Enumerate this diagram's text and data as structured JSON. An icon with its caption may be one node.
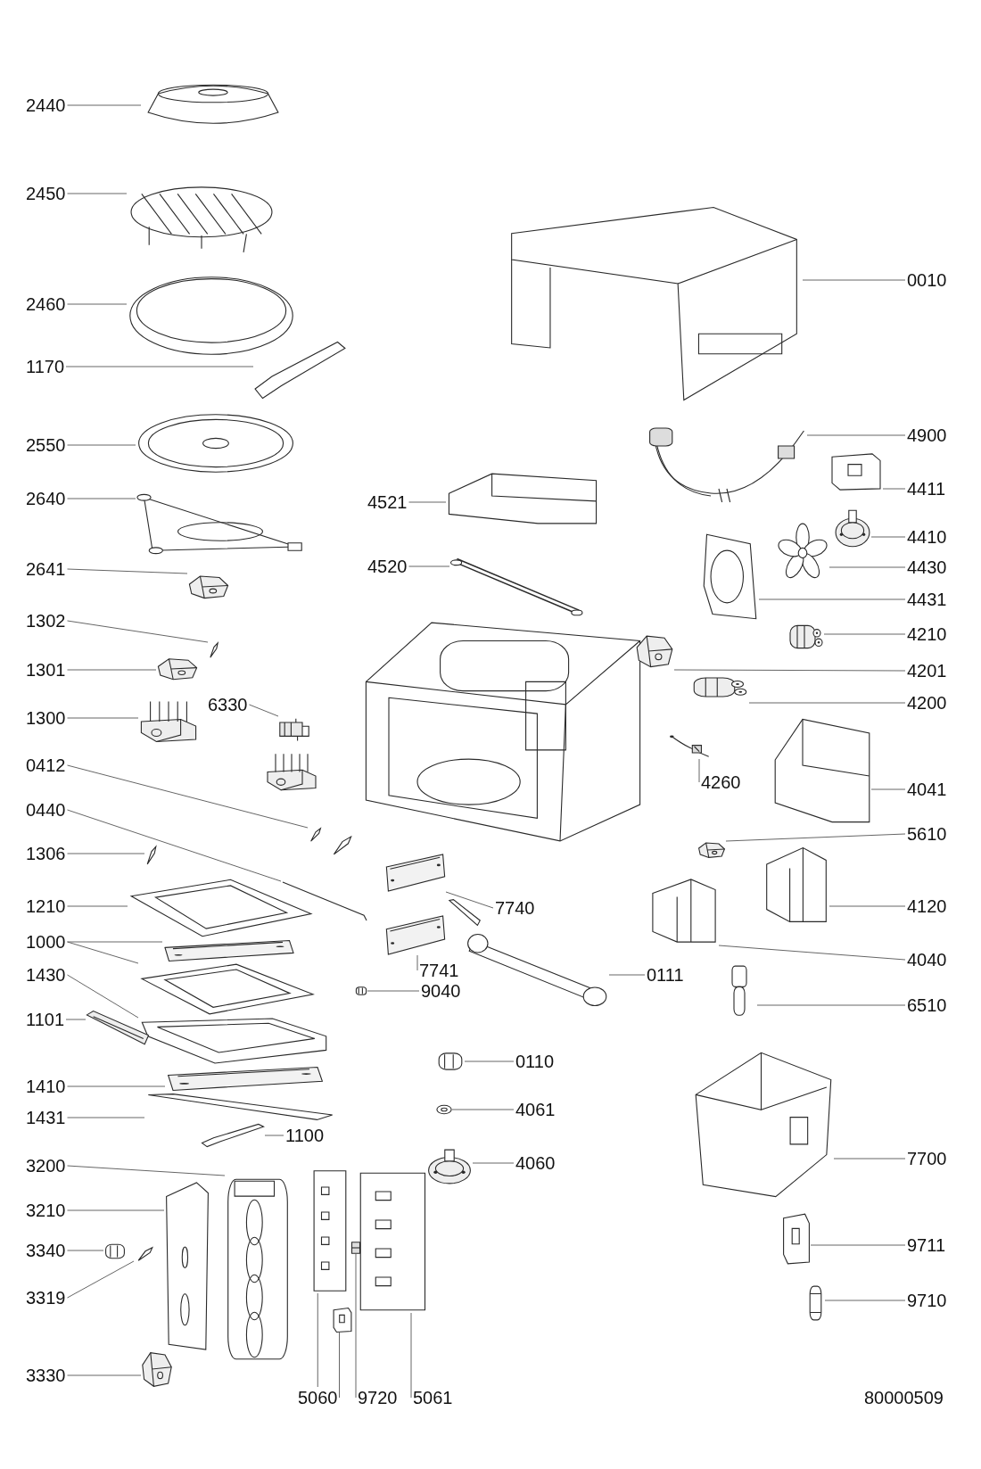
{
  "diagram": {
    "nodes": [
      {
        "text": [
          "2440"
        ]
      },
      {
        "text": [],
        "shape": "picture"
      },
      {
        "text": [
          "2450"
        ]
      },
      {
        "text": [],
        "shape": "picture"
      },
      {
        "text": [
          "2460"
        ]
      },
      {
        "text": [],
        "shape": "picture"
      },
      {
        "text": [
          "1170"
        ]
      },
      {
        "text": [],
        "shape": "picture"
      },
      {
        "text": [
          "2550"
        ]
      },
      {
        "text": [],
        "shape": "picture"
      },
      {
        "text": [
          "2640"
        ]
      },
      {
        "text": [],
        "shape": "picture"
      },
      {
        "text": [
          "2641"
        ]
      },
      {
        "text": [],
        "shape": "picture"
      },
      {
        "text": [
          "1302"
        ]
      },
      {
        "text": [],
        "shape": "picture"
      },
      {
        "text": [
          "1301"
        ]
      },
      {
        "text": [],
        "shape": "picture"
      },
      {
        "text": [
          "1300"
        ]
      },
      {
        "text": [],
        "shape": "picture"
      },
      {
        "text": [
          "6330"
        ]
      },
      {
        "text": [],
        "shape": "picture"
      },
      {
        "text": [
          "0412"
        ]
      },
      {
        "text": [],
        "shape": "picture"
      },
      {
        "text": [
          "0440"
        ]
      },
      {
        "text": [],
        "shape": "picture"
      },
      {
        "text": [
          "1306"
        ]
      },
      {
        "text": [],
        "shape": "picture"
      },
      {
        "text": [
          "1210"
        ]
      },
      {
        "text": [],
        "shape": "picture"
      },
      {
        "text": [
          "1000"
        ]
      },
      {
        "text": [],
        "shape": "picture"
      },
      {
        "text": [],
        "shape": "picture"
      },
      {
        "text": [
          "1430"
        ]
      },
      {
        "text": [],
        "shape": "picture"
      },
      {
        "text": [
          "1101"
        ]
      },
      {
        "text": [],
        "shape": "picture"
      },
      {
        "text": [
          "1410"
        ]
      },
      {
        "text": [],
        "shape": "picture"
      },
      {
        "text": [
          "1431"
        ]
      },
      {
        "text": [],
        "shape": "picture"
      },
      {
        "text": [
          "1100"
        ]
      },
      {
        "text": [],
        "shape": "picture"
      },
      {
        "text": [
          "3200"
        ]
      },
      {
        "text": [],
        "shape": "picture"
      },
      {
        "text": [
          "3210"
        ]
      },
      {
        "text": [],
        "shape": "picture"
      },
      {
        "text": [
          "3340"
        ]
      },
      {
        "text": [],
        "shape": "picture"
      },
      {
        "text": [
          "3319"
        ]
      },
      {
        "text": [],
        "shape": "picture"
      },
      {
        "text": [
          "3330"
        ]
      },
      {
        "text": [],
        "shape": "picture"
      },
      {
        "text": [
          "5060"
        ]
      },
      {
        "text": [],
        "shape": "picture"
      },
      {
        "text": [],
        "shape": "picture"
      },
      {
        "text": [
          "9720"
        ]
      },
      {
        "text": [],
        "shape": "picture"
      },
      {
        "text": [
          "5061"
        ]
      },
      {
        "text": [],
        "shape": "picture"
      },
      {
        "text": [
          "4521"
        ]
      },
      {
        "text": [],
        "shape": "picture"
      },
      {
        "text": [
          "4520"
        ]
      },
      {
        "text": [],
        "shape": "picture"
      },
      {
        "text": [
          "7740"
        ]
      },
      {
        "text": [],
        "shape": "picture"
      },
      {
        "text": [
          "7741"
        ]
      },
      {
        "text": [],
        "shape": "picture"
      },
      {
        "text": [
          "9040"
        ]
      },
      {
        "text": [],
        "shape": "picture"
      },
      {
        "text": [
          "0111"
        ]
      },
      {
        "text": [],
        "shape": "picture"
      },
      {
        "text": [
          "0110"
        ]
      },
      {
        "text": [],
        "shape": "picture"
      },
      {
        "text": [
          "4061"
        ]
      },
      {
        "text": [],
        "shape": "picture"
      },
      {
        "text": [
          "4060"
        ]
      },
      {
        "text": [],
        "shape": "picture"
      },
      {
        "text": [
          "4260"
        ]
      },
      {
        "text": [],
        "shape": "picture"
      },
      {
        "text": [
          "0010"
        ]
      },
      {
        "text": [],
        "shape": "picture"
      },
      {
        "text": [
          "4900"
        ]
      },
      {
        "text": [],
        "shape": "picture"
      },
      {
        "text": [
          "4411"
        ]
      },
      {
        "text": [],
        "shape": "picture"
      },
      {
        "text": [
          "4410"
        ]
      },
      {
        "text": [],
        "shape": "picture"
      },
      {
        "text": [
          "4430"
        ]
      },
      {
        "text": [],
        "shape": "picture"
      },
      {
        "text": [
          "4431"
        ]
      },
      {
        "text": [],
        "shape": "picture"
      },
      {
        "text": [
          "4210"
        ]
      },
      {
        "text": [],
        "shape": "picture"
      },
      {
        "text": [
          "4201"
        ]
      },
      {
        "text": [],
        "shape": "picture"
      },
      {
        "text": [
          "4200"
        ]
      },
      {
        "text": [],
        "shape": "picture"
      },
      {
        "text": [
          "4041"
        ]
      },
      {
        "text": [],
        "shape": "picture"
      },
      {
        "text": [
          "5610"
        ]
      },
      {
        "text": [],
        "shape": "picture"
      },
      {
        "text": [
          "4120"
        ]
      },
      {
        "text": [],
        "shape": "picture"
      },
      {
        "text": [
          "4040"
        ]
      },
      {
        "text": [],
        "shape": "picture"
      },
      {
        "text": [
          "6510"
        ]
      },
      {
        "text": [],
        "shape": "picture"
      },
      {
        "text": [
          "7700"
        ]
      },
      {
        "text": [],
        "shape": "picture"
      },
      {
        "text": [
          "9711"
        ]
      },
      {
        "text": [],
        "shape": "picture"
      },
      {
        "text": [
          "9710"
        ]
      },
      {
        "text": [],
        "shape": "picture"
      }
    ],
    "edges": [
      {
        "from": 0,
        "to": 1,
        "arrow": "none"
      },
      {
        "from": 2,
        "to": 3,
        "arrow": "none"
      },
      {
        "from": 4,
        "to": 5,
        "arrow": "none"
      },
      {
        "from": 6,
        "to": 7,
        "arrow": "none"
      },
      {
        "from": 8,
        "to": 9,
        "arrow": "none"
      },
      {
        "from": 10,
        "to": 11,
        "arrow": "none"
      },
      {
        "from": 12,
        "to": 13,
        "arrow": "none"
      },
      {
        "from": 14,
        "to": 15,
        "arrow": "none"
      },
      {
        "from": 16,
        "to": 17,
        "arrow": "none"
      },
      {
        "from": 18,
        "to": 19,
        "arrow": "none"
      },
      {
        "from": 20,
        "to": 21,
        "arrow": "none"
      },
      {
        "from": 22,
        "to": 23,
        "arrow": "none"
      },
      {
        "from": 24,
        "to": 25,
        "arrow": "none"
      },
      {
        "from": 26,
        "to": 27,
        "arrow": "none"
      },
      {
        "from": 28,
        "to": 29,
        "arrow": "none"
      },
      {
        "from": 30,
        "to": 31,
        "arrow": "none"
      },
      {
        "from": 30,
        "to": 32,
        "arrow": "none"
      },
      {
        "from": 33,
        "to": 34,
        "arrow": "none"
      },
      {
        "from": 35,
        "to": 36,
        "arrow": "none"
      },
      {
        "from": 37,
        "to": 38,
        "arrow": "none"
      },
      {
        "from": 39,
        "to": 40,
        "arrow": "none"
      },
      {
        "from": 41,
        "to": 42,
        "arrow": "none"
      },
      {
        "from": 43,
        "to": 44,
        "arrow": "none"
      },
      {
        "from": 45,
        "to": 46,
        "arrow": "none"
      },
      {
        "from": 47,
        "to": 48,
        "arrow": "none"
      },
      {
        "from": 49,
        "to": 50,
        "arrow": "none"
      },
      {
        "from": 51,
        "to": 52,
        "arrow": "none"
      },
      {
        "from": 53,
        "to": 54,
        "arrow": "none"
      },
      {
        "from": 53,
        "to": 55,
        "arrow": "none"
      },
      {
        "from": 56,
        "to": 57,
        "arrow": "none"
      },
      {
        "from": 58,
        "to": 59,
        "arrow": "none"
      },
      {
        "from": 60,
        "to": 61,
        "arrow": "none"
      },
      {
        "from": 62,
        "to": 63,
        "arrow": "none"
      },
      {
        "from": 64,
        "to": 65,
        "arrow": "none"
      },
      {
        "from": 66,
        "to": 67,
        "arrow": "none"
      },
      {
        "from": 68,
        "to": 69,
        "arrow": "none"
      },
      {
        "from": 70,
        "to": 71,
        "arrow": "none"
      },
      {
        "from": 72,
        "to": 73,
        "arrow": "none"
      },
      {
        "from": 74,
        "to": 75,
        "arrow": "none"
      },
      {
        "from": 76,
        "to": 77,
        "arrow": "none"
      },
      {
        "from": 78,
        "to": 79,
        "arrow": "none"
      },
      {
        "from": 80,
        "to": 81,
        "arrow": "none"
      },
      {
        "from": 82,
        "to": 83,
        "arrow": "none"
      },
      {
        "from": 84,
        "to": 85,
        "arrow": "none"
      },
      {
        "from": 86,
        "to": 87,
        "arrow": "none"
      },
      {
        "from": 88,
        "to": 89,
        "arrow": "none"
      },
      {
        "from": 90,
        "to": 91,
        "arrow": "none"
      },
      {
        "from": 92,
        "to": 93,
        "arrow": "none"
      },
      {
        "from": 94,
        "to": 95,
        "arrow": "none"
      },
      {
        "from": 96,
        "to": 97,
        "arrow": "none"
      },
      {
        "from": 98,
        "to": 99,
        "arrow": "none"
      },
      {
        "from": 100,
        "to": 101,
        "arrow": "none"
      },
      {
        "from": 102,
        "to": 103,
        "arrow": "none"
      },
      {
        "from": 104,
        "to": 105,
        "arrow": "none"
      },
      {
        "from": 106,
        "to": 107,
        "arrow": "none"
      },
      {
        "from": 108,
        "to": 109,
        "arrow": "none"
      },
      {
        "from": 110,
        "to": 111,
        "arrow": "none"
      },
      {
        "from": 112,
        "to": 113,
        "arrow": "none"
      }
    ],
    "labels": [
      "80000509"
    ]
  }
}
